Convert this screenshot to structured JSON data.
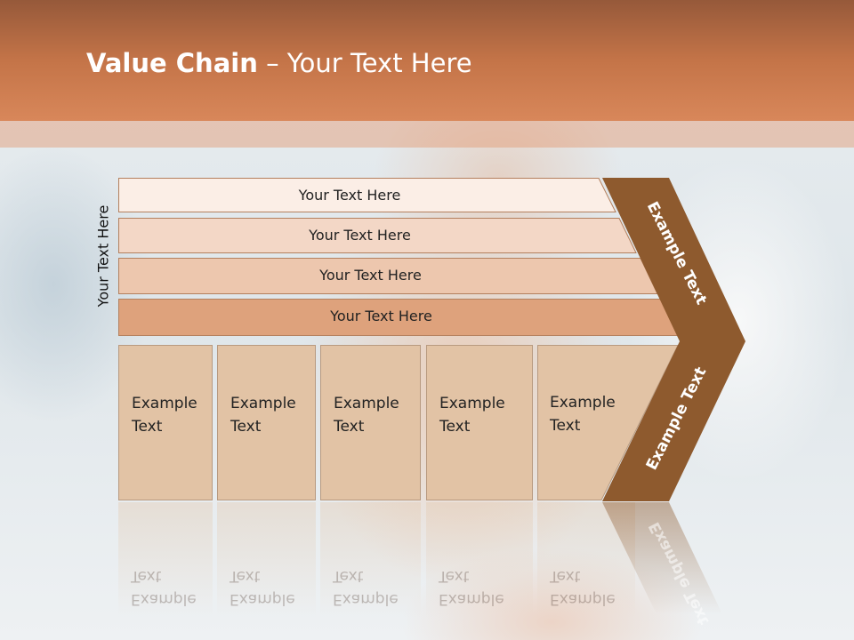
{
  "slide": {
    "title_bold": "Value Chain",
    "title_rest": " – Your Text Here",
    "side_label": "Your Text Here"
  },
  "rows": [
    {
      "label": "Your Text Here",
      "color": "#fbeee6"
    },
    {
      "label": "Your Text Here",
      "color": "#f3d7c6"
    },
    {
      "label": "Your Text Here",
      "color": "#edc7ae"
    },
    {
      "label": "Your Text Here",
      "color": "#dea27c"
    }
  ],
  "boxes": [
    {
      "label": "Example Text"
    },
    {
      "label": "Example Text"
    },
    {
      "label": "Example Text"
    },
    {
      "label": "Example Text"
    },
    {
      "label": "Example Text"
    }
  ],
  "chevron": {
    "top_label": "Example Text",
    "bottom_label": "Example Text",
    "color": "#8e5a2e"
  },
  "colors": {
    "header": "#c47448",
    "box_fill": "#e2c3a5",
    "row_stroke": "#b3805e"
  }
}
